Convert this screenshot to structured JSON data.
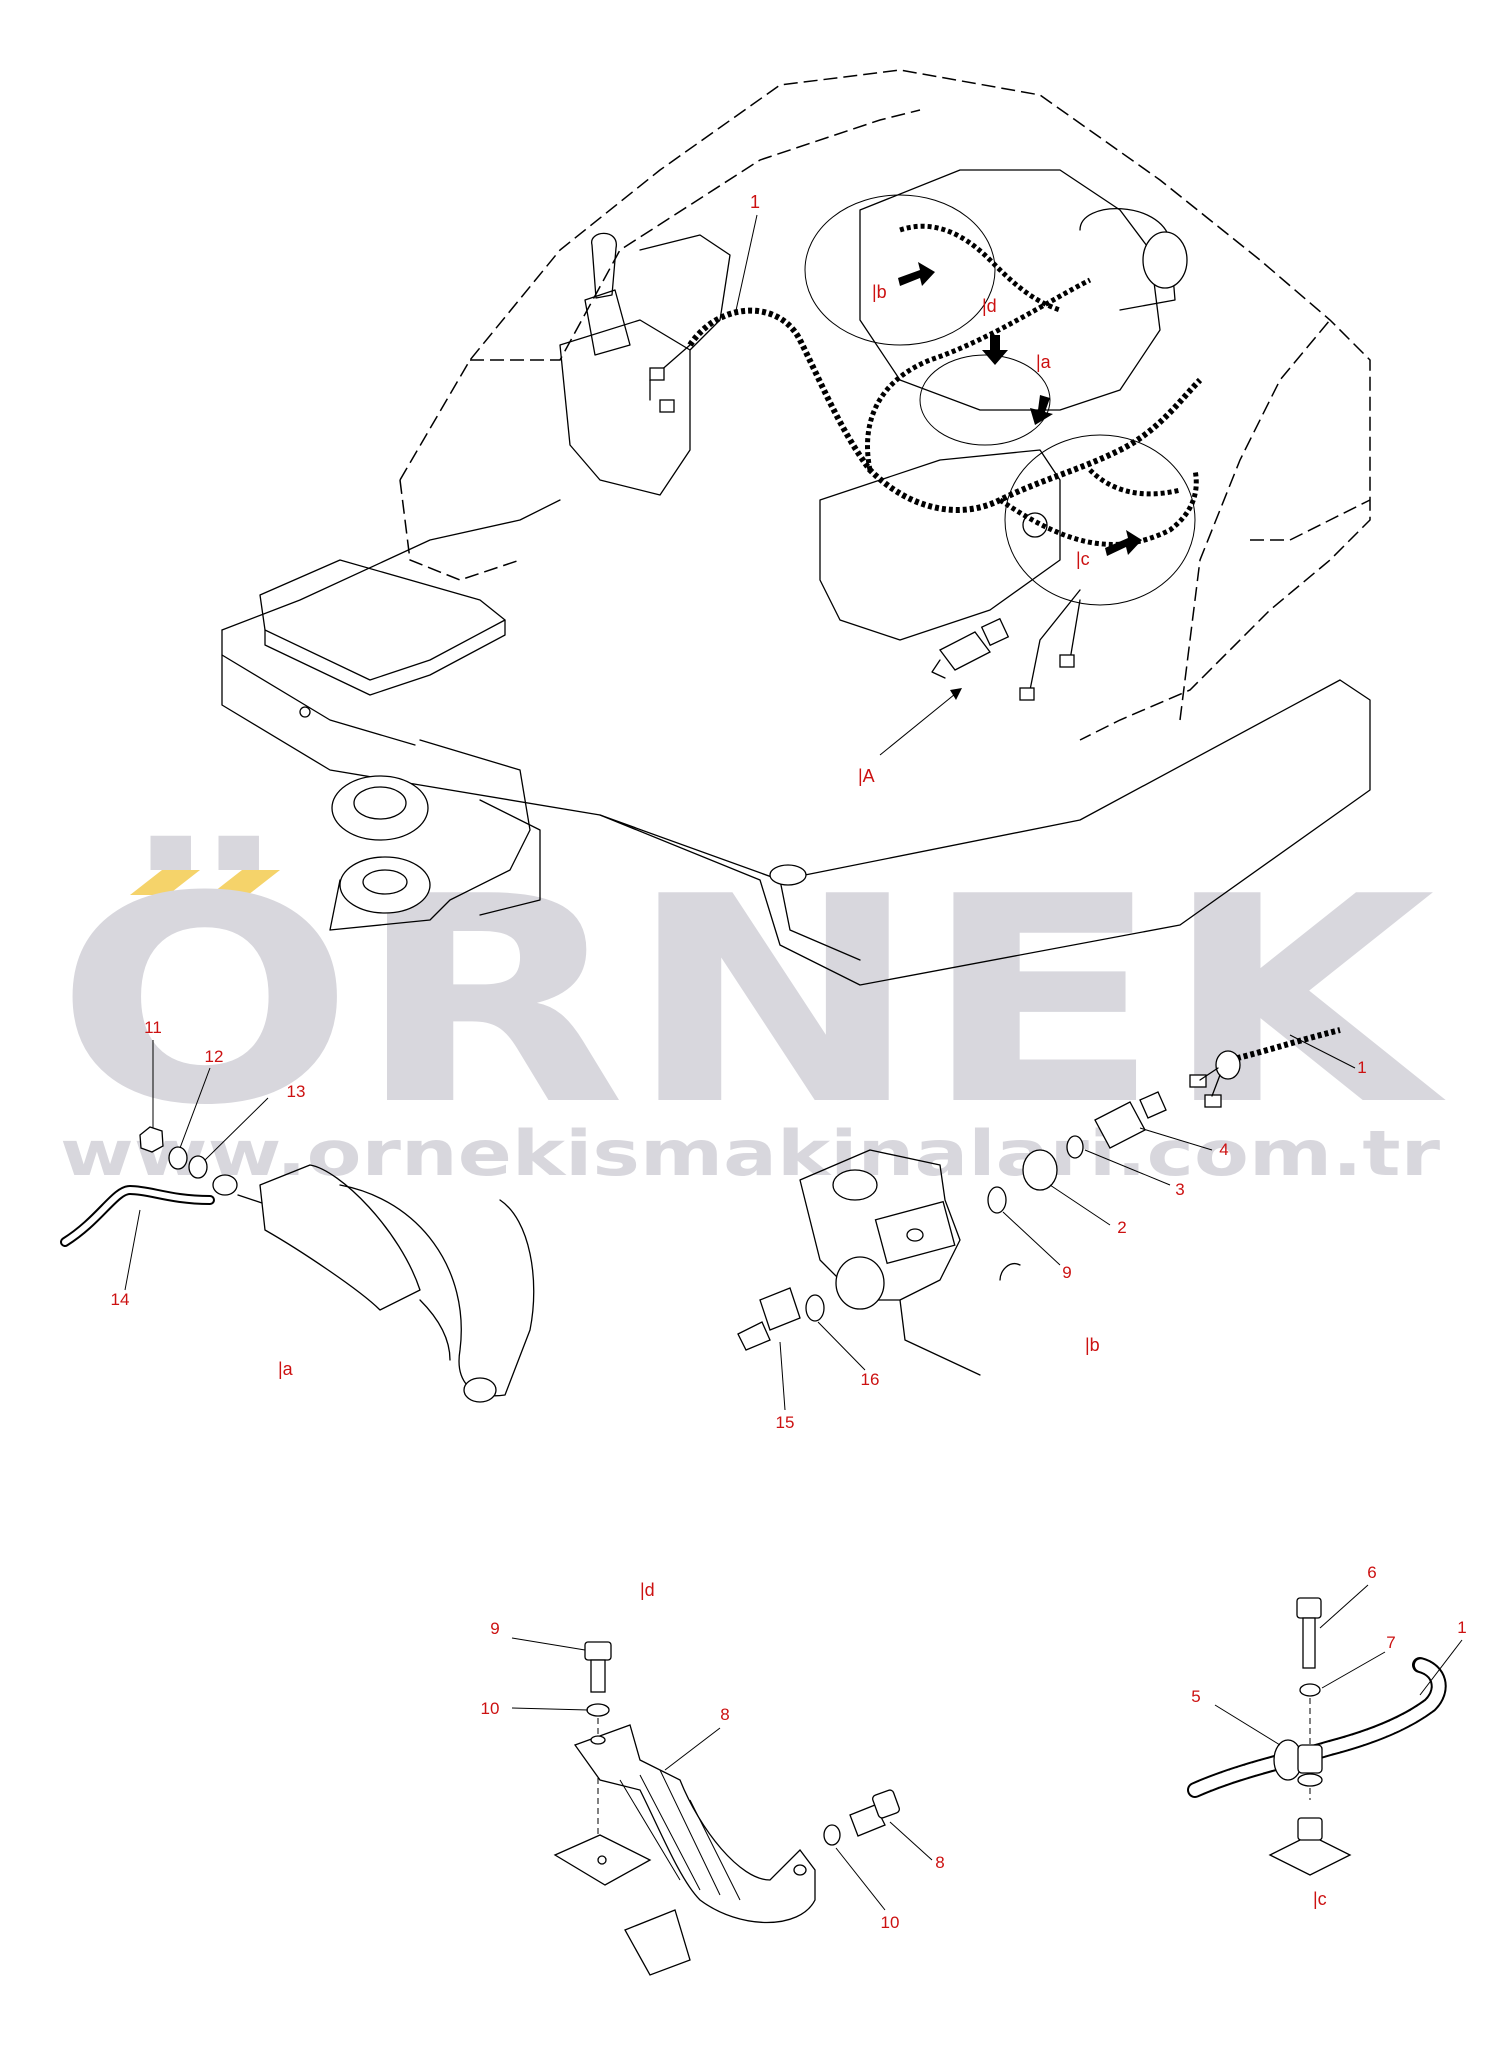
{
  "watermark": {
    "brand": "ÖRNEK",
    "website": "www.ornekismakinalari.com.tr",
    "colors": {
      "text": "#d8d7dd",
      "accent": "#f5d36a"
    }
  },
  "sections": {
    "main": "|A",
    "a": "|a",
    "b": "|b",
    "c": "|c",
    "d": "|d"
  },
  "overview_labels": {
    "harness": "1",
    "b": "|b",
    "d": "|d",
    "a": "|a",
    "c": "|c"
  },
  "detail_a_labels": [
    "11",
    "12",
    "13",
    "14"
  ],
  "detail_b_labels": [
    "1",
    "4",
    "3",
    "2",
    "9",
    "16",
    "15"
  ],
  "detail_d_labels": [
    "9",
    "10",
    "8",
    "8",
    "10"
  ],
  "detail_c_labels": [
    "6",
    "7",
    "1",
    "5"
  ],
  "colors": {
    "label": "#cc1111",
    "line": "#000000"
  }
}
